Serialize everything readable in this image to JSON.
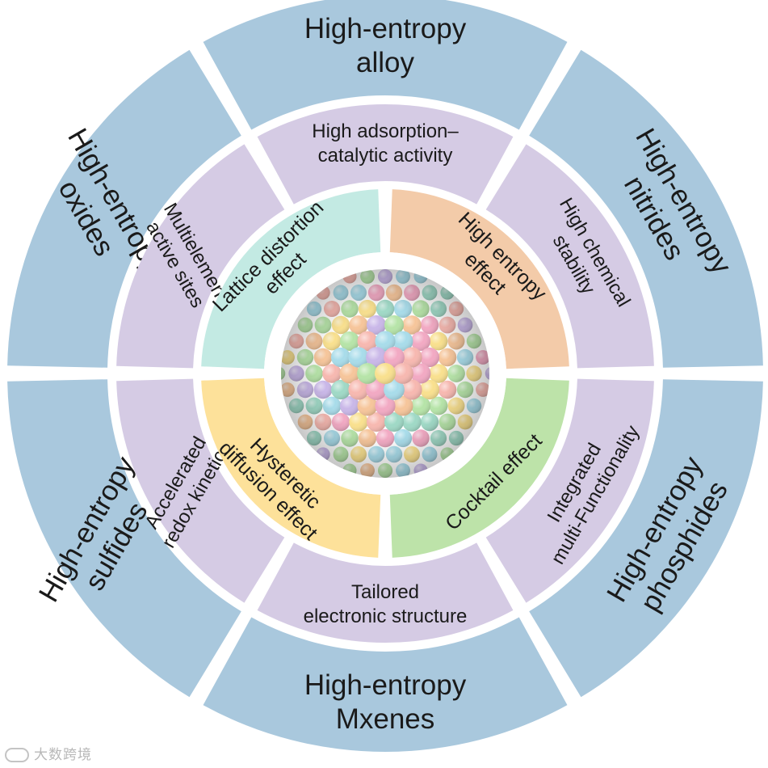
{
  "outer_ring": [
    {
      "lines": [
        "High-entropy",
        "alloy"
      ]
    },
    {
      "lines": [
        "High-entropy",
        "nitrides"
      ]
    },
    {
      "lines": [
        "High-entropy",
        "phosphides"
      ]
    },
    {
      "lines": [
        "High-entropy",
        "Mxenes"
      ]
    },
    {
      "lines": [
        "High-entropy",
        "sulfides"
      ]
    },
    {
      "lines": [
        "High-entropy",
        "oxides"
      ]
    }
  ],
  "middle_ring": [
    {
      "lines": [
        "High adsorption–",
        "catalytic activity"
      ]
    },
    {
      "lines": [
        "High chemical",
        "stability"
      ]
    },
    {
      "lines": [
        "Integrated",
        "multi-Functionality"
      ]
    },
    {
      "lines": [
        "Tailored",
        "electronic structure"
      ]
    },
    {
      "lines": [
        "Accelerated",
        "redox kinetics"
      ]
    },
    {
      "lines": [
        "Multielement",
        "active sites"
      ]
    }
  ],
  "inner_quadrants": [
    {
      "lines": [
        "Lattice distortion",
        "effect"
      ]
    },
    {
      "lines": [
        "High entropy",
        "effect"
      ]
    },
    {
      "lines": [
        "Cocktail effect"
      ]
    },
    {
      "lines": [
        "Hysteretic",
        "diffusion effect"
      ]
    }
  ],
  "watermark": "大数跨境",
  "colors": {
    "outer": "#a9c8dd",
    "middle": "#d5cbe4",
    "lattice": "#c3eae3",
    "high_entropy": "#f3cba9",
    "cocktail": "#bde3a9",
    "hysteretic": "#fde19a",
    "ball_palette": [
      "#f7b8b0",
      "#a8dcea",
      "#f9e08e",
      "#b6e4a8",
      "#c9b7e8",
      "#f6c59a",
      "#f2a9c3",
      "#9fd9c6"
    ]
  }
}
